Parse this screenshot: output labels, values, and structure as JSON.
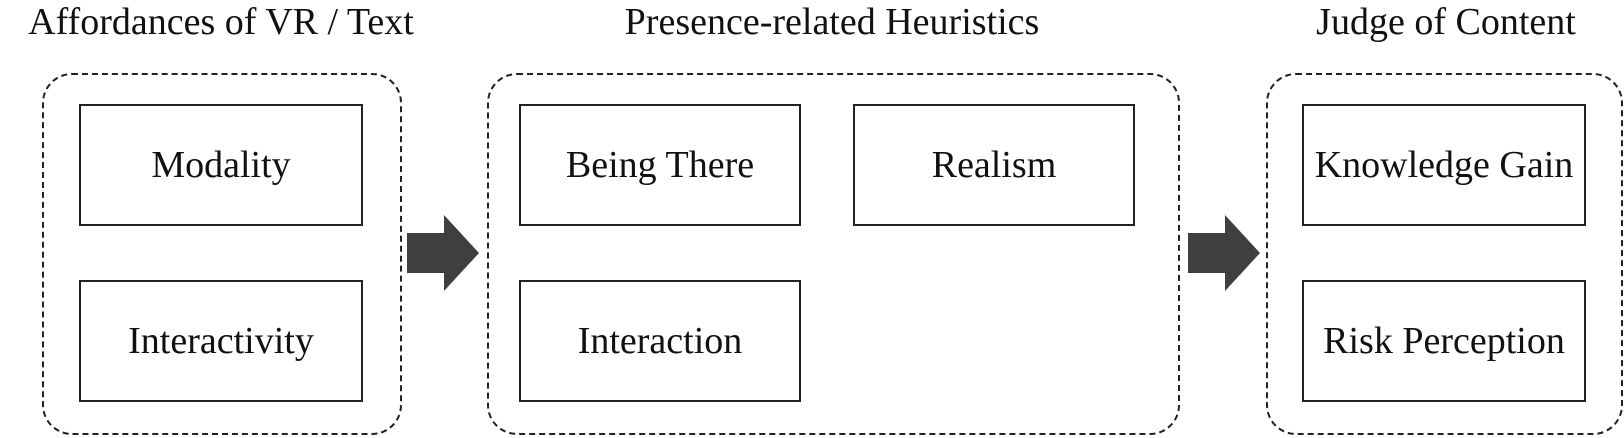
{
  "diagram": {
    "groups": [
      {
        "title": "Affordances of VR / Text",
        "items": [
          "Modality",
          "Interactivity"
        ]
      },
      {
        "title": "Presence-related Heuristics",
        "items": [
          "Being There",
          "Realism",
          "Interaction"
        ]
      },
      {
        "title": "Judge of Content",
        "items": [
          "Knowledge Gain",
          "Risk Perception"
        ]
      }
    ],
    "arrows": [
      {
        "from": "Affordances of VR / Text",
        "to": "Presence-related Heuristics"
      },
      {
        "from": "Presence-related Heuristics",
        "to": "Judge of Content"
      }
    ],
    "colors": {
      "stroke": "#222222",
      "arrow_fill": "#3f3f3f",
      "text": "#111111",
      "background": "#ffffff"
    }
  }
}
